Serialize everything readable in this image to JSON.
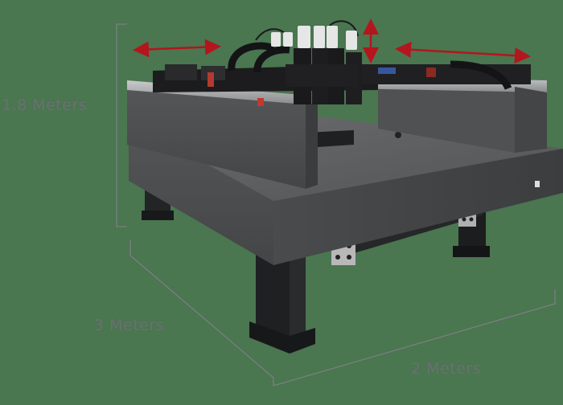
{
  "image": {
    "description": "Granite-base multi-axis gantry motion system with dimension annotations",
    "background_color": "#4a7650"
  },
  "dimensions": {
    "height_label": "1.8 Meters",
    "depth_label": "3 Meters",
    "width_label": "2 Meters"
  },
  "motion_arrows": {
    "color": "#b3161c",
    "items": [
      {
        "name": "left-horizontal-travel",
        "direction": "horizontal"
      },
      {
        "name": "vertical-travel",
        "direction": "vertical"
      },
      {
        "name": "right-horizontal-travel",
        "direction": "horizontal"
      }
    ]
  },
  "colors": {
    "dimension_line": "#7b7f83",
    "dimension_text": "#6b6f73",
    "granite": "#4b4c4e",
    "granite_top": "#5d5e60",
    "frame": "#1e1f21",
    "stage_body": "#1a1a1c",
    "motor_caps": "#e6e6e6"
  }
}
